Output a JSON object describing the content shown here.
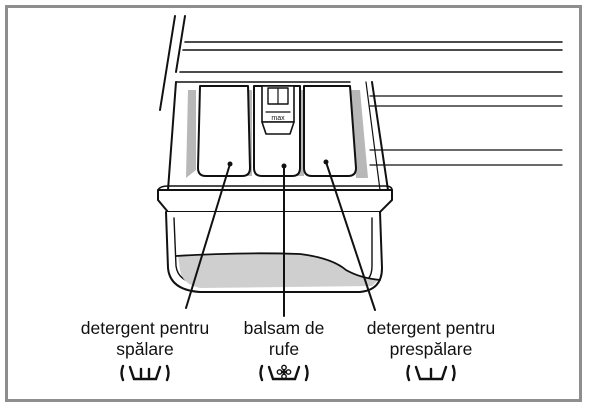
{
  "colors": {
    "frame": "#8e8e8e",
    "line": "#111111",
    "fill": "#ffffff",
    "shade": "#b8b8b8"
  },
  "dispenser": {
    "max_mark": "max"
  },
  "labels": {
    "wash_detergent": {
      "line1": "detergent pentru",
      "line2": "spălare",
      "symbol": "wash-tub-two-bars-icon"
    },
    "fabric_softener": {
      "line1": "balsam de",
      "line2": "rufe",
      "symbol": "softener-flower-icon"
    },
    "prewash_detergent": {
      "line1": "detergent pentru",
      "line2": "prespălare",
      "symbol": "wash-tub-one-bar-icon"
    }
  }
}
